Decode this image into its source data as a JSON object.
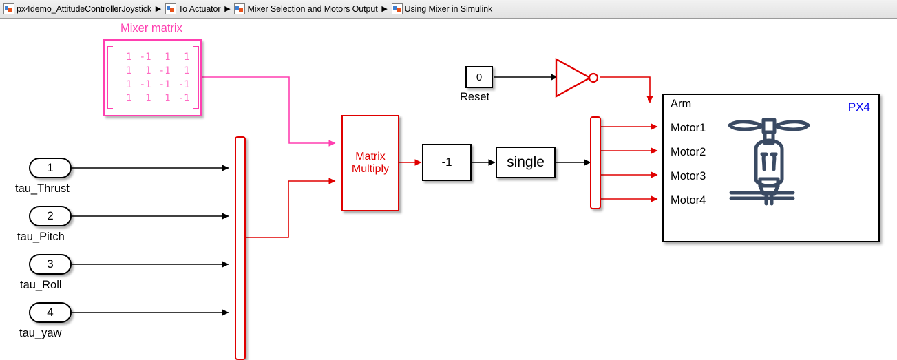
{
  "breadcrumb": {
    "icon": "subsystem-icon",
    "separator": "▶",
    "items": [
      {
        "label": "px4demo_AttitudeControllerJoystick"
      },
      {
        "label": "To Actuator"
      },
      {
        "label": "Mixer Selection and Motors Output"
      },
      {
        "label": "Using Mixer in Simulink"
      }
    ]
  },
  "colors": {
    "signal_black": "#000000",
    "signal_red": "#e00000",
    "signal_magenta": "#ff3fb0",
    "matrix_text": "#ff6cc3",
    "px4_tag": "#0000ee",
    "px4_icon": "#3a4a63"
  },
  "mixer_matrix": {
    "title": "Mixer matrix",
    "rows": [
      [
        "1",
        "-1",
        "1",
        "1"
      ],
      [
        "1",
        "1",
        "-1",
        "1"
      ],
      [
        "1",
        "-1",
        "-1",
        "-1"
      ],
      [
        "1",
        "1",
        "1",
        "-1"
      ]
    ]
  },
  "inports": [
    {
      "number": "1",
      "label": "tau_Thrust"
    },
    {
      "number": "2",
      "label": "tau_Pitch"
    },
    {
      "number": "3",
      "label": "tau_Roll"
    },
    {
      "number": "4",
      "label": "tau_yaw"
    }
  ],
  "blocks": {
    "matrix_multiply": {
      "line1": "Matrix",
      "line2": "Multiply"
    },
    "gain": {
      "value": "-1"
    },
    "data_type_conversion": {
      "value": "single"
    },
    "constant": {
      "value": "0",
      "label": "Reset"
    },
    "not_gate": {
      "name": "not-gate"
    },
    "mux_left": {
      "name": "mux"
    },
    "demux_right": {
      "name": "demux"
    }
  },
  "px4": {
    "tag": "PX4",
    "icon": "quadcopter-motor-icon",
    "ports": [
      "Arm",
      "Motor1",
      "Motor2",
      "Motor3",
      "Motor4"
    ]
  }
}
